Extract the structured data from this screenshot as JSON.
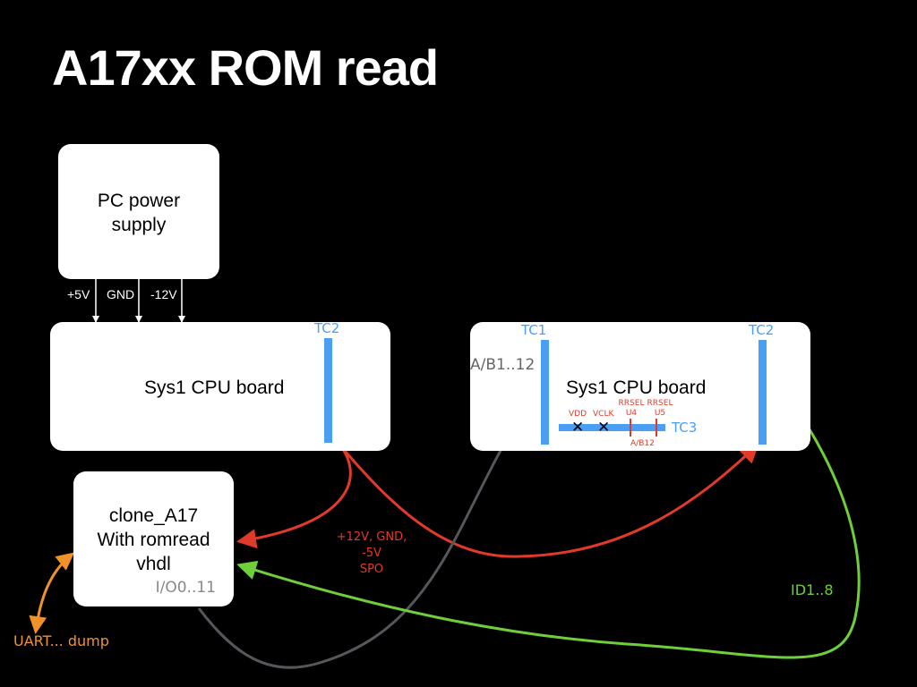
{
  "slide": {
    "title": "A17xx ROM read"
  },
  "colors": {
    "background": "#000000",
    "box": "#ffffff",
    "connector": "#4a9ff5",
    "power_wire": "#e03a2a",
    "address_wire": "#55575c",
    "data_wire": "#6fcf3a",
    "uart_wire": "#f0922a"
  },
  "nodes": {
    "power_supply": {
      "label_line1": "PC power",
      "label_line2": "supply"
    },
    "power_rails": [
      "+5V",
      "GND",
      "-12V"
    ],
    "cpu_board_left": {
      "label": "Sys1 CPU board",
      "connector": "TC2"
    },
    "cpu_board_right": {
      "label": "Sys1 CPU board",
      "connector_left": "TC1",
      "connector_right": "TC2",
      "connector_bottom": "TC3",
      "address_label": "A/B1..12",
      "tc3_pins": {
        "vdd": "VDD",
        "vclk": "VCLK",
        "rrsel_u4_line1": "RRSEL",
        "rrsel_u4_line2": "U4",
        "rrsel_u5_line1": "RRSEL",
        "rrsel_u5_line2": "U5",
        "ab12": "A/B12"
      }
    },
    "clone": {
      "label_line1": "clone_A17",
      "label_line2": "With romread",
      "label_line3": "vhdl",
      "io_label": "I/O0..11"
    }
  },
  "edges": {
    "power_label_line1": "+12V, GND, -5V",
    "power_label_line2": "SPO",
    "data_label": "ID1..8",
    "uart_label": "UART... dump"
  }
}
